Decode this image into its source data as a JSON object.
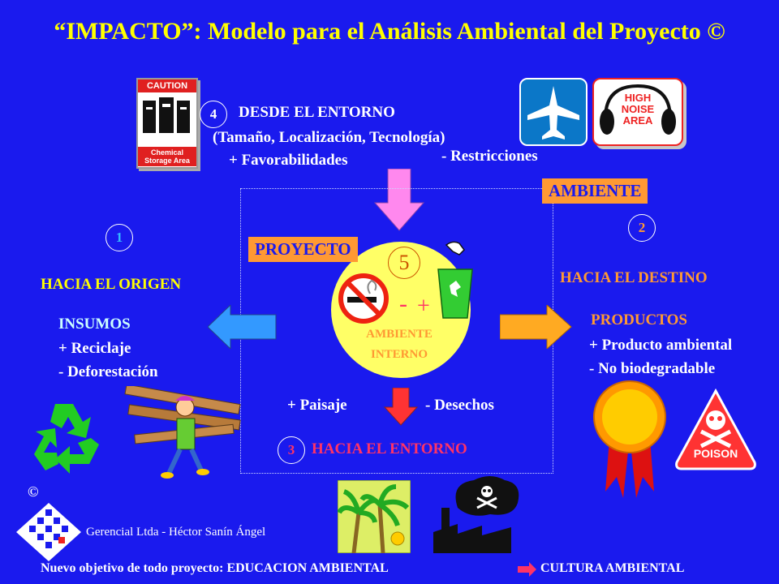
{
  "title": "“IMPACTO”: Modelo para el Análisis Ambiental del Proyecto ©",
  "desde": {
    "number": "4",
    "line1": "DESDE EL ENTORNO",
    "line2": "(Tamaño, Localización, Tecnología)",
    "plus": "+ Favorabilidades",
    "minus": "- Restricciones"
  },
  "caution_sign": {
    "header": "CAUTION",
    "caption": "Chemical Storage Area"
  },
  "noise_sign": "HIGH NOISE AREA",
  "ambiente_label": "AMBIENTE",
  "proyecto_label": "PROYECTO",
  "origen": {
    "number": "1",
    "label": "HACIA EL ORIGEN",
    "heading": "INSUMOS",
    "plus": "+ Reciclaje",
    "minus": "- Deforestación"
  },
  "destino": {
    "number": "2",
    "label": "HACIA EL DESTINO",
    "heading": "PRODUCTOS",
    "plus": "+ Producto ambiental",
    "minus": "- No biodegradable"
  },
  "interno": {
    "number": "5",
    "line1": "AMBIENTE",
    "line2": "INTERNO",
    "minus": "-",
    "plus": "+"
  },
  "entorno": {
    "number": "3",
    "label": "HACIA EL ENTORNO",
    "plus": "+ Paisaje",
    "minus": "- Desechos"
  },
  "poison_label": "POISON",
  "copyright": "©",
  "credit": "Gerencial Ltda - Héctor Sanín Ángel",
  "footer": {
    "left": "Nuevo objetivo de todo proyecto: EDUCACION AMBIENTAL",
    "right": "CULTURA AMBIENTAL"
  },
  "colors": {
    "background": "#1a1aee",
    "accent": "#ff9933",
    "title": "#ffff00",
    "circle": "#ffff66"
  }
}
